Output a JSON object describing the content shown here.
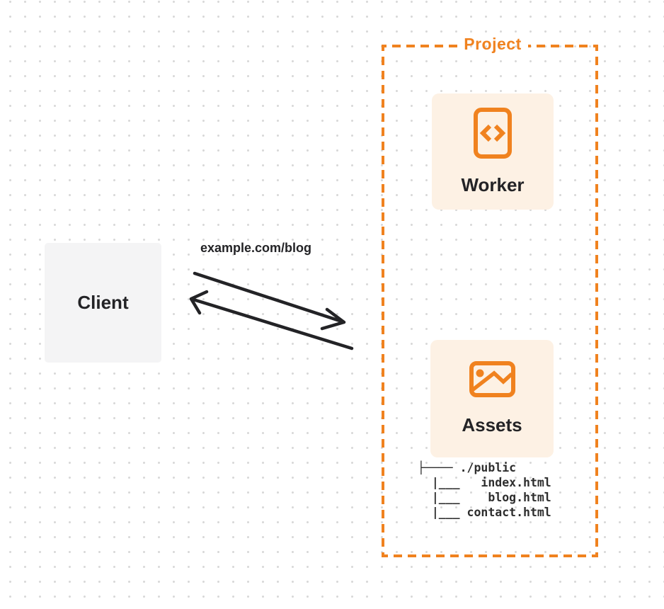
{
  "project": {
    "label": "Project"
  },
  "client": {
    "label": "Client"
  },
  "request": {
    "url_label": "example.com/blog",
    "request_arrow": "arrow-right-toward-project",
    "response_arrow": "arrow-left-toward-client"
  },
  "worker_card": {
    "label": "Worker",
    "icon": "code-file-icon"
  },
  "assets_card": {
    "label": "Assets",
    "icon": "image-icon"
  },
  "file_tree": {
    "lines": [
      "├──── ./public",
      "  |___   index.html",
      "  |___    blog.html",
      "  |___ contact.html"
    ]
  },
  "colors": {
    "accent_orange": "#F0821F",
    "card_bg": "#FDF1E4",
    "client_bg": "#F4F4F5",
    "ink": "#232326",
    "tree_ink": "#2E2E2E",
    "dot_grid": "#D8D8D8"
  }
}
